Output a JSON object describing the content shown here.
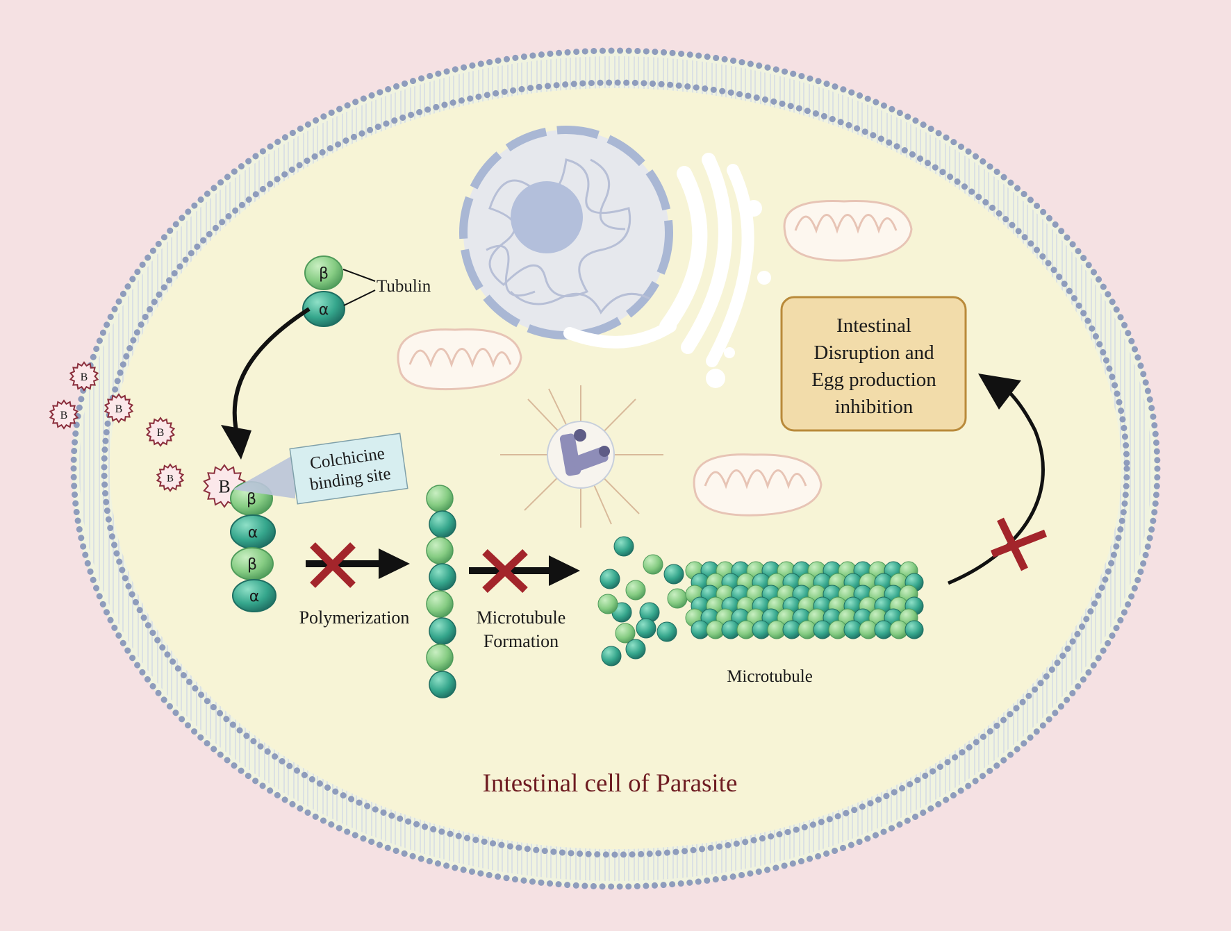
{
  "labels": {
    "tubulin": "Tubulin",
    "colchicine_line1": "Colchicine",
    "colchicine_line2": "binding site",
    "polymerization": "Polymerization",
    "microtubule_formation_line1": "Microtubule",
    "microtubule_formation_line2": "Formation",
    "microtubule": "Microtubule",
    "outcome_line1": "Intestinal",
    "outcome_line2": "Disruption and",
    "outcome_line3": "Egg production",
    "outcome_line4": "inhibition",
    "cell_title": "Intestinal cell of Parasite"
  },
  "symbols": {
    "beta": "β",
    "alpha": "α",
    "drug": "B"
  },
  "colors": {
    "page_background": "#f5e1e3",
    "cytoplasm": "#f7f4d6",
    "membrane_heads": "#8e9cbc",
    "membrane_tails": "#c3cde0",
    "beta_subunit": "#8fd18c",
    "alpha_subunit": "#3aa98f",
    "drug_marker": "#8a2d3b",
    "inhibition_cross": "#a3252b",
    "outcome_box": "#f2dcaa",
    "outcome_border": "#b98a3a",
    "binding_site_box": "#d7eef0",
    "title_text": "#6e1c22"
  }
}
